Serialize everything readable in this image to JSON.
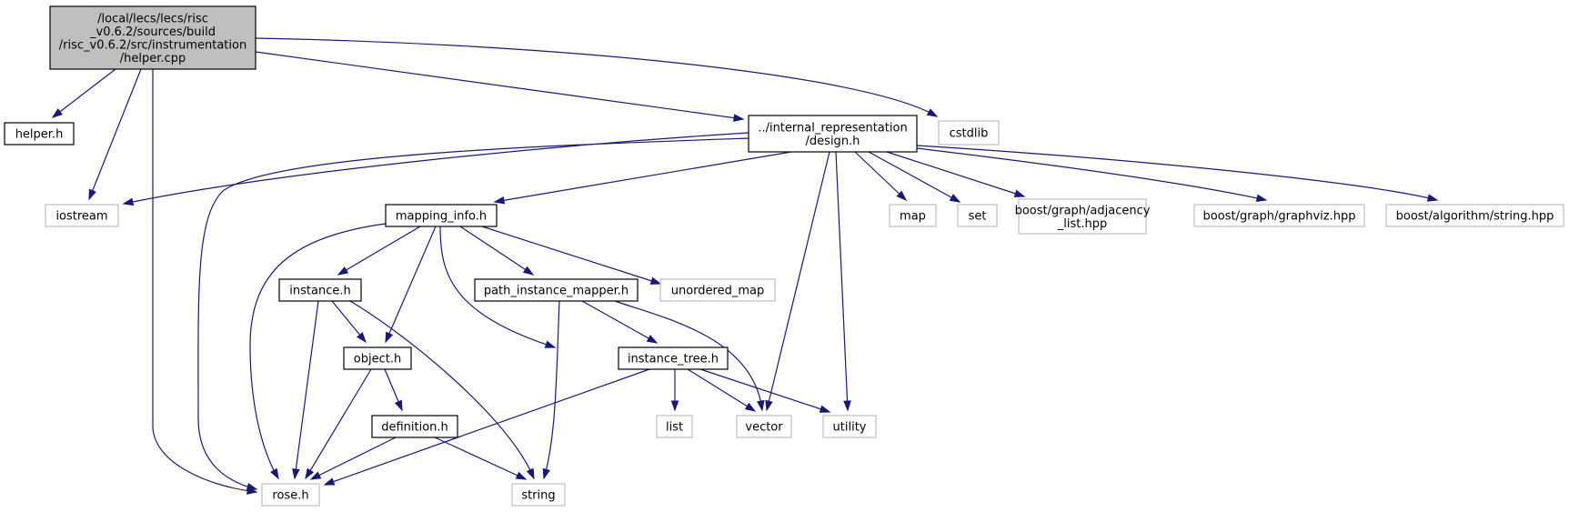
{
  "colors": {
    "edge": "#191970",
    "root_fill": "#bfbfbf",
    "root_border": "#000000",
    "local_border": "#000000",
    "system_border": "#bfbfbf",
    "background": "#ffffff"
  },
  "graph": {
    "nodes": [
      {
        "id": "helper_cpp",
        "kind": "root",
        "lines": [
          "/local/lecs/lecs/risc",
          "_v0.6.2/sources/build",
          "/risc_v0.6.2/src/instrumentation",
          "/helper.cpp"
        ]
      },
      {
        "id": "helper_h",
        "kind": "local",
        "lines": [
          "helper.h"
        ]
      },
      {
        "id": "iostream",
        "kind": "system",
        "lines": [
          "iostream"
        ]
      },
      {
        "id": "rose_h",
        "kind": "system",
        "lines": [
          "rose.h"
        ]
      },
      {
        "id": "design_h",
        "kind": "local",
        "lines": [
          "../internal_representation",
          "/design.h"
        ]
      },
      {
        "id": "cstdlib",
        "kind": "system",
        "lines": [
          "cstdlib"
        ]
      },
      {
        "id": "mapping_info_h",
        "kind": "local",
        "lines": [
          "mapping_info.h"
        ]
      },
      {
        "id": "map",
        "kind": "system",
        "lines": [
          "map"
        ]
      },
      {
        "id": "set",
        "kind": "system",
        "lines": [
          "set"
        ]
      },
      {
        "id": "adjacency_list",
        "kind": "system",
        "lines": [
          "boost/graph/adjacency",
          "_list.hpp"
        ]
      },
      {
        "id": "graphviz",
        "kind": "system",
        "lines": [
          "boost/graph/graphviz.hpp"
        ]
      },
      {
        "id": "algorithm_string",
        "kind": "system",
        "lines": [
          "boost/algorithm/string.hpp"
        ]
      },
      {
        "id": "instance_h",
        "kind": "local",
        "lines": [
          "instance.h"
        ]
      },
      {
        "id": "path_instance_mapper_h",
        "kind": "local",
        "lines": [
          "path_instance_mapper.h"
        ]
      },
      {
        "id": "unordered_map",
        "kind": "system",
        "lines": [
          "unordered_map"
        ]
      },
      {
        "id": "object_h",
        "kind": "local",
        "lines": [
          "object.h"
        ]
      },
      {
        "id": "instance_tree_h",
        "kind": "local",
        "lines": [
          "instance_tree.h"
        ]
      },
      {
        "id": "definition_h",
        "kind": "local",
        "lines": [
          "definition.h"
        ]
      },
      {
        "id": "list",
        "kind": "system",
        "lines": [
          "list"
        ]
      },
      {
        "id": "vector",
        "kind": "system",
        "lines": [
          "vector"
        ]
      },
      {
        "id": "utility",
        "kind": "system",
        "lines": [
          "utility"
        ]
      },
      {
        "id": "string",
        "kind": "system",
        "lines": [
          "string"
        ]
      }
    ],
    "edges": [
      {
        "from": "helper_cpp",
        "to": "helper_h"
      },
      {
        "from": "helper_cpp",
        "to": "iostream"
      },
      {
        "from": "helper_cpp",
        "to": "rose_h"
      },
      {
        "from": "helper_cpp",
        "to": "design_h"
      },
      {
        "from": "helper_cpp",
        "to": "cstdlib"
      },
      {
        "from": "design_h",
        "to": "iostream"
      },
      {
        "from": "design_h",
        "to": "rose_h"
      },
      {
        "from": "design_h",
        "to": "mapping_info_h"
      },
      {
        "from": "design_h",
        "to": "vector"
      },
      {
        "from": "design_h",
        "to": "utility"
      },
      {
        "from": "design_h",
        "to": "map"
      },
      {
        "from": "design_h",
        "to": "set"
      },
      {
        "from": "design_h",
        "to": "adjacency_list"
      },
      {
        "from": "design_h",
        "to": "graphviz"
      },
      {
        "from": "design_h",
        "to": "algorithm_string"
      },
      {
        "from": "mapping_info_h",
        "to": "rose_h"
      },
      {
        "from": "mapping_info_h",
        "to": "instance_h"
      },
      {
        "from": "mapping_info_h",
        "to": "object_h"
      },
      {
        "from": "mapping_info_h",
        "to": "instance_tree_h"
      },
      {
        "from": "mapping_info_h",
        "to": "path_instance_mapper_h"
      },
      {
        "from": "mapping_info_h",
        "to": "unordered_map"
      },
      {
        "from": "instance_h",
        "to": "object_h"
      },
      {
        "from": "instance_h",
        "to": "rose_h"
      },
      {
        "from": "instance_h",
        "to": "string"
      },
      {
        "from": "path_instance_mapper_h",
        "to": "instance_tree_h"
      },
      {
        "from": "path_instance_mapper_h",
        "to": "vector"
      },
      {
        "from": "path_instance_mapper_h",
        "to": "string"
      },
      {
        "from": "object_h",
        "to": "definition_h"
      },
      {
        "from": "object_h",
        "to": "rose_h"
      },
      {
        "from": "definition_h",
        "to": "rose_h"
      },
      {
        "from": "definition_h",
        "to": "string"
      },
      {
        "from": "instance_tree_h",
        "to": "list"
      },
      {
        "from": "instance_tree_h",
        "to": "vector"
      },
      {
        "from": "instance_tree_h",
        "to": "utility"
      },
      {
        "from": "instance_tree_h",
        "to": "rose_h"
      }
    ]
  }
}
